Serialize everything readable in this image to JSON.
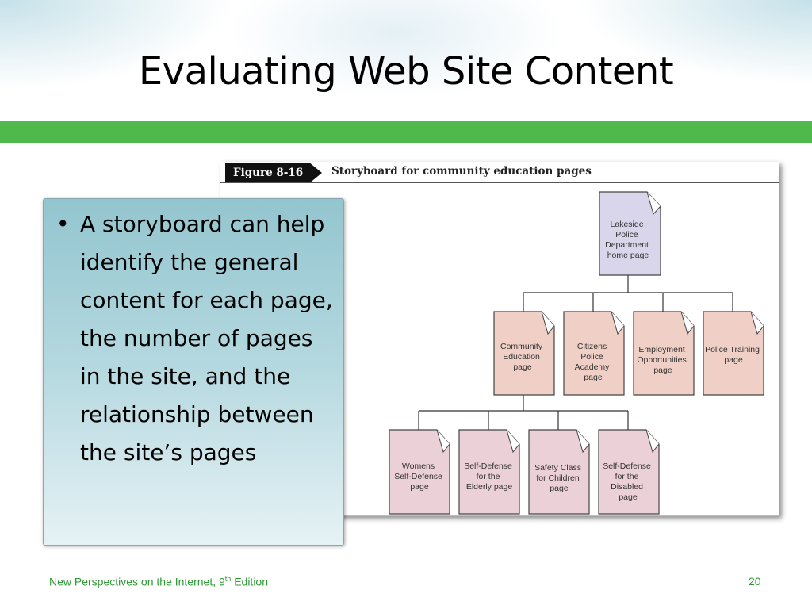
{
  "slide": {
    "title": "Evaluating Web Site Content",
    "bullets": [
      "A storyboard can help identify the general content for each page, the number of pages in the site, and the relationship between the site’s pages"
    ],
    "footer": {
      "text_before_sup": "New Perspectives on the Internet, 9",
      "sup": "th",
      "text_after_sup": " Edition",
      "page_number": "20"
    },
    "colors": {
      "accent_bar": "#50b94b",
      "footer_text": "#2d9a34",
      "home_page_fill": "#d9d5ea",
      "level2_page_fill": "#efcfc6",
      "level3_page_fill": "#ecd0d8"
    }
  },
  "figure": {
    "number": "Figure 8-16",
    "caption": "Storyboard for community education pages",
    "pages": {
      "home": [
        "Lakeside",
        "Police",
        "Department",
        "home page"
      ],
      "level2": [
        [
          "Community",
          "Education",
          "page"
        ],
        [
          "Citizens",
          "Police",
          "Academy",
          "page"
        ],
        [
          "Employment",
          "Opportunities",
          "page"
        ],
        [
          "Police Training",
          "page"
        ]
      ],
      "level3": [
        [
          "Womens",
          "Self-Defense",
          "page"
        ],
        [
          "Self-Defense",
          "for the",
          "Elderly page"
        ],
        [
          "Safety  Class",
          "for Children",
          "page"
        ],
        [
          "Self-Defense",
          "for the",
          "Disabled",
          "page"
        ]
      ]
    }
  }
}
